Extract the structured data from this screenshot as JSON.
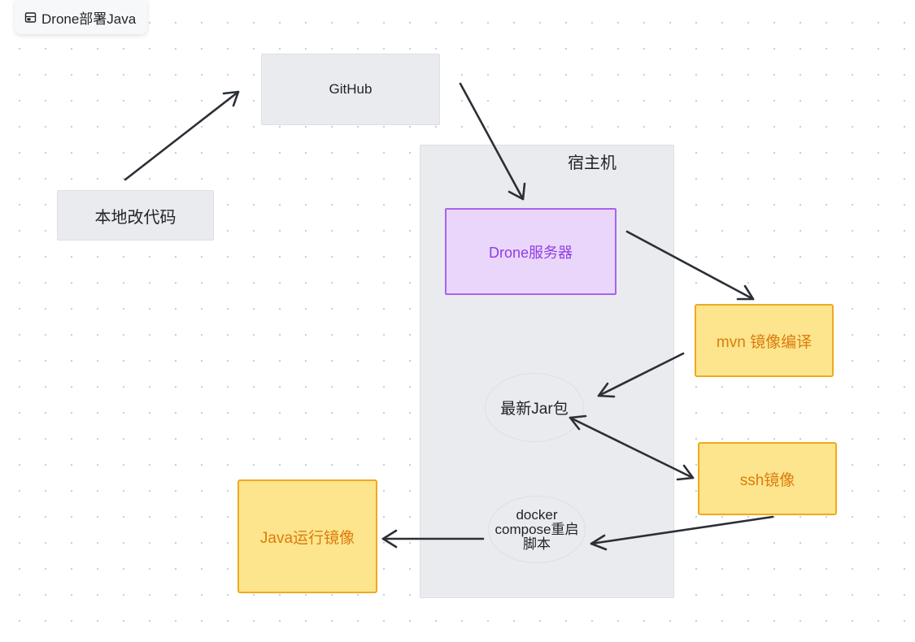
{
  "board": {
    "title": "Drone部署Java",
    "title_icon": "board-icon"
  },
  "nodes": {
    "local_code": "本地改代码",
    "github": "GitHub",
    "host": "宿主机",
    "drone_server": "Drone服务器",
    "mvn_build": "mvn 镜像编译",
    "latest_jar": "最新Jar包",
    "ssh_image": "ssh镜像",
    "docker_compose_line1": "docker",
    "docker_compose_line2": "compose重启",
    "docker_compose_line3": "脚本",
    "java_runtime": "Java运行镜像"
  },
  "colors": {
    "gray_fill": "#e9ebee",
    "purple_fill": "#ead6fb",
    "purple_stroke": "#a665f0",
    "purple_text": "#8f3fe0",
    "yellow_fill": "#fce58c",
    "yellow_stroke": "#f0a91e",
    "yellow_text": "#dc7b0e",
    "arrow": "#2b2f36"
  }
}
